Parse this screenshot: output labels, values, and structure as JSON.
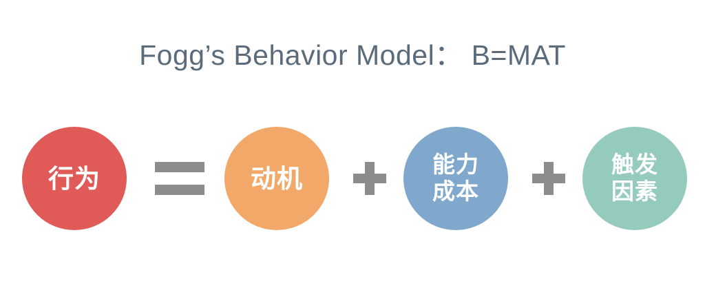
{
  "slide": {
    "background_color": "#FFFFFF",
    "title": "Fogg’s Behavior Model： B=MAT",
    "title_color": "#5A6B7C"
  },
  "diagram": {
    "type": "equation",
    "operator_color": "#8C8C8C",
    "label_color": "#FFFFFF",
    "nodes": [
      {
        "id": "behavior",
        "label": "行为",
        "lines": [
          "行为"
        ],
        "color": "#E05B58",
        "role": "result"
      },
      {
        "id": "motivation",
        "label": "动机",
        "lines": [
          "动机"
        ],
        "color": "#F2A868",
        "role": "factor"
      },
      {
        "id": "ability",
        "label": "能力成本",
        "lines": [
          "能力",
          "成本"
        ],
        "color": "#7FA8CC",
        "role": "factor"
      },
      {
        "id": "trigger",
        "label": "触发因素",
        "lines": [
          "触发",
          "因素"
        ],
        "color": "#94CBBC",
        "role": "factor"
      }
    ],
    "operators": [
      {
        "id": "equals",
        "symbol": "=",
        "icon": "equals-icon"
      },
      {
        "id": "plus-1",
        "symbol": "+",
        "icon": "plus-icon"
      },
      {
        "id": "plus-2",
        "symbol": "+",
        "icon": "plus-icon"
      }
    ]
  }
}
